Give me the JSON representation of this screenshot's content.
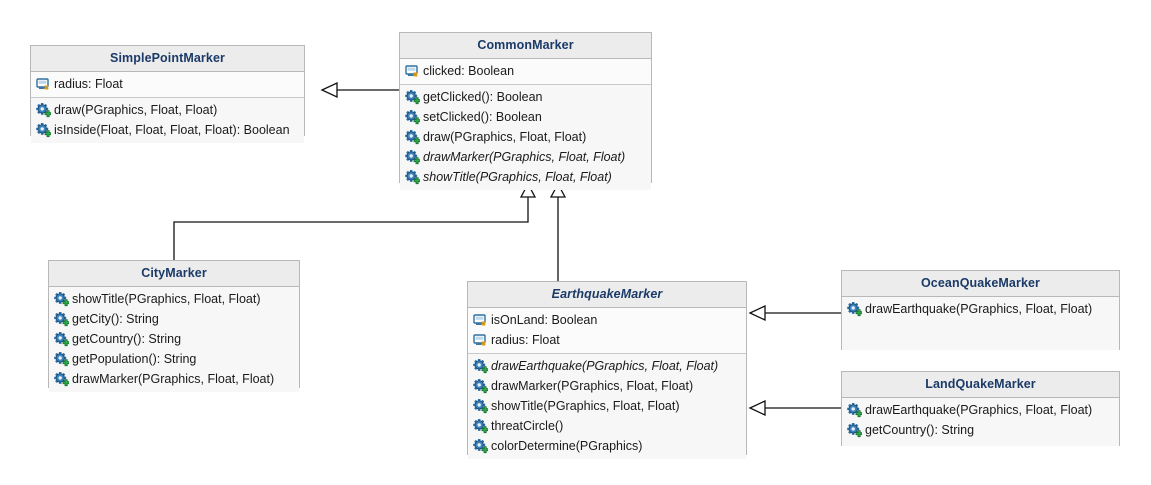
{
  "diagram": {
    "kind": "uml-class-diagram",
    "title_color": "#1b3a68",
    "header_bg": "#ececec",
    "body_bg": "#fafafa",
    "border_color": "#b8b8b8",
    "edge_color": "#111111",
    "icons": {
      "attribute": "protected-attribute-icon",
      "method": "public-method-icon"
    }
  },
  "classes": {
    "simple_point_marker": {
      "name": "SimplePointMarker",
      "abstract": false,
      "attributes": [
        {
          "text": "radius: Float",
          "icon": "protected-attribute-icon",
          "abstract": false
        }
      ],
      "methods": [
        {
          "text": "draw(PGraphics, Float, Float)",
          "icon": "public-method-icon",
          "abstract": false
        },
        {
          "text": "isInside(Float, Float, Float, Float): Boolean",
          "icon": "public-method-icon",
          "abstract": false
        }
      ]
    },
    "common_marker": {
      "name": "CommonMarker",
      "abstract": false,
      "attributes": [
        {
          "text": "clicked: Boolean",
          "icon": "protected-attribute-icon",
          "abstract": false
        }
      ],
      "methods": [
        {
          "text": "getClicked(): Boolean",
          "icon": "public-method-icon",
          "abstract": false
        },
        {
          "text": "setClicked(): Boolean",
          "icon": "public-method-icon",
          "abstract": false
        },
        {
          "text": "draw(PGraphics, Float, Float)",
          "icon": "public-method-icon",
          "abstract": false
        },
        {
          "text": "drawMarker(PGraphics, Float, Float)",
          "icon": "public-method-icon",
          "abstract": true
        },
        {
          "text": "showTitle(PGraphics, Float, Float)",
          "icon": "public-method-icon",
          "abstract": true
        }
      ]
    },
    "city_marker": {
      "name": "CityMarker",
      "abstract": false,
      "attributes": [],
      "methods": [
        {
          "text": "showTitle(PGraphics, Float, Float)",
          "icon": "public-method-icon",
          "abstract": false
        },
        {
          "text": "getCity(): String",
          "icon": "public-method-icon",
          "abstract": false
        },
        {
          "text": "getCountry(): String",
          "icon": "public-method-icon",
          "abstract": false
        },
        {
          "text": "getPopulation(): String",
          "icon": "public-method-icon",
          "abstract": false
        },
        {
          "text": "drawMarker(PGraphics, Float, Float)",
          "icon": "public-method-icon",
          "abstract": false
        }
      ]
    },
    "earthquake_marker": {
      "name": "EarthquakeMarker",
      "abstract": true,
      "attributes": [
        {
          "text": "isOnLand: Boolean",
          "icon": "protected-attribute-icon",
          "abstract": false
        },
        {
          "text": "radius: Float",
          "icon": "protected-attribute-icon",
          "abstract": false
        }
      ],
      "methods": [
        {
          "text": "drawEarthquake(PGraphics, Float, Float)",
          "icon": "public-method-icon",
          "abstract": true
        },
        {
          "text": "drawMarker(PGraphics, Float, Float)",
          "icon": "public-method-icon",
          "abstract": false
        },
        {
          "text": "showTitle(PGraphics, Float, Float)",
          "icon": "public-method-icon",
          "abstract": false
        },
        {
          "text": "threatCircle()",
          "icon": "public-method-icon",
          "abstract": false
        },
        {
          "text": "colorDetermine(PGraphics)",
          "icon": "public-method-icon",
          "abstract": false
        }
      ]
    },
    "ocean_quake_marker": {
      "name": "OceanQuakeMarker",
      "abstract": false,
      "attributes": [],
      "methods": [
        {
          "text": "drawEarthquake(PGraphics, Float, Float)",
          "icon": "public-method-icon",
          "abstract": false
        }
      ]
    },
    "land_quake_marker": {
      "name": "LandQuakeMarker",
      "abstract": false,
      "attributes": [],
      "methods": [
        {
          "text": "drawEarthquake(PGraphics, Float, Float)",
          "icon": "public-method-icon",
          "abstract": false
        },
        {
          "text": "getCountry(): String",
          "icon": "public-method-icon",
          "abstract": false
        }
      ]
    }
  },
  "relationships": [
    {
      "type": "generalization",
      "from": "common_marker",
      "to": "simple_point_marker"
    },
    {
      "type": "generalization",
      "from": "city_marker",
      "to": "common_marker"
    },
    {
      "type": "generalization",
      "from": "earthquake_marker",
      "to": "common_marker"
    },
    {
      "type": "generalization",
      "from": "ocean_quake_marker",
      "to": "earthquake_marker"
    },
    {
      "type": "generalization",
      "from": "land_quake_marker",
      "to": "earthquake_marker"
    }
  ]
}
